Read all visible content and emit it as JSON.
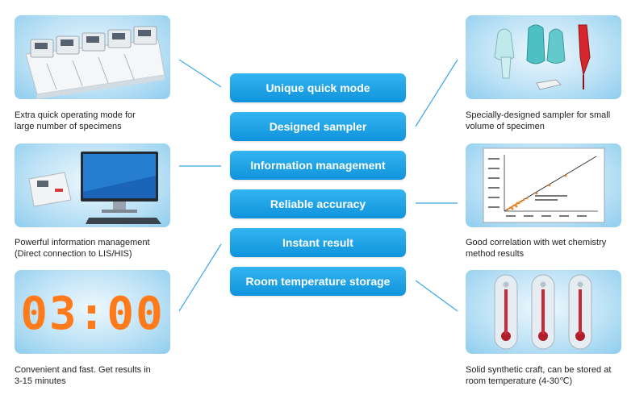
{
  "features": [
    "Unique quick mode",
    "Designed sampler",
    "Information management",
    "Reliable accuracy",
    "Instant result",
    "Room temperature storage"
  ],
  "captions": {
    "quick_mode": "Extra quick operating mode for\nlarge number of specimens",
    "info_mgmt": "Powerful information management\n(Direct connection to LIS/HIS)",
    "instant": "Convenient and fast. Get results in\n3-15 minutes",
    "sampler": "Specially-designed sampler  for small\nvolume of specimen",
    "accuracy": "Good correlation with wet  chemistry\nmethod results",
    "storage": "Solid synthetic craft, can be stored at\nroom temperature (4-30℃)"
  },
  "timer_display": "03:00",
  "colors": {
    "pill_top": "#34b4f0",
    "pill_bottom": "#0f93dc",
    "connector": "#3aa7e6",
    "timer_digits": "#ff7a1a"
  }
}
